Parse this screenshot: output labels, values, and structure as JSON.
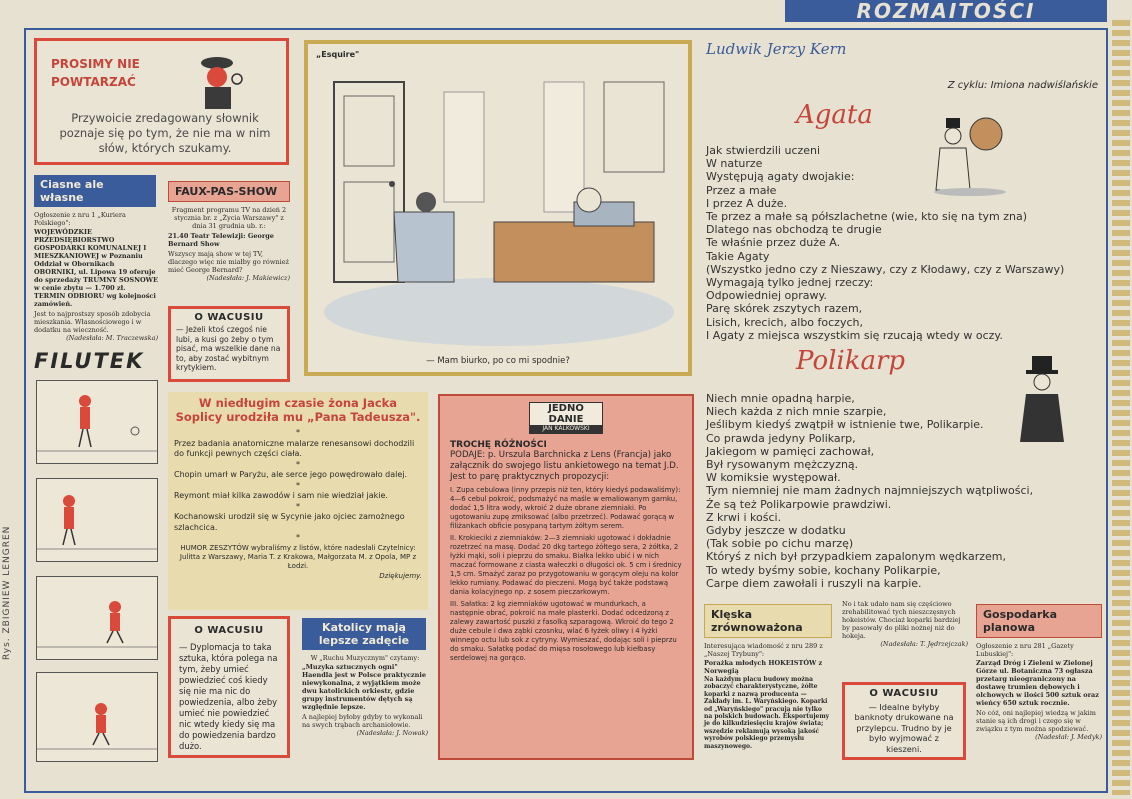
{
  "masthead": "ROZMAITOŚCI",
  "credit": "Rys. ZBIGNIEW LENGREN",
  "prosimy": {
    "title": "PROSIMY NIE POWTARZAĆ",
    "text": "Przywoicie zredagowany słownik poznaje się po tym, że nie ma w nim słów, których szukamy."
  },
  "ciasne": {
    "header": "Ciasne ale własne",
    "text1": "Ogłoszenie z nru 1 „Kuriera Polskiego\":",
    "text2": "WOJEWÓDZKIE PRZEDSIĘBIORSTWO GOSPODARKI KOMUNALNEJ I MIESZKANIOWEJ w Poznaniu Oddział w Obornikach OBORNIKI, ul. Lipowa 19 oferuje do sprzedaży TRUMNY SOSNOWE w cenie zbytu — 1.700 zł. TERMIN ODBIORU wg kolejności zamówień.",
    "text3": "Jest to najprostszy sposób zdobycia mieszkania. Własnościowego i w dodatku na wieczność.",
    "sign": "(Nadesłała: M. Traczewska)"
  },
  "fauxpas": {
    "header": "FAUX-PAS-SHOW",
    "text1": "Fragment programu TV na dzień 2 stycznia br. z „Życia Warszawy\" z dnia 31 grudnia ub. r.:",
    "text2": "21.40 Teatr Telewizji: George Bernard Show",
    "text3": "Wszyscy mają show w tej TV, dlaczego więc nie miałby go również mieć George Bernard?",
    "sign": "(Nadesłała: J. Makiewicz)"
  },
  "wacusiu1": {
    "title": "O WACUSIU",
    "text": "— Jeżeli ktoś czegoś nie lubi, a kusi go żeby o tym pisać, ma wszelkie dane na to, aby zostać wybitnym krytykiem."
  },
  "filutek": {
    "title": "FILUTEK"
  },
  "cartoon": {
    "source": "„Esquire\"",
    "caption": "— Mam biurko, po co mi spodnie?"
  },
  "niedlugim": {
    "headline": "W niedługim czasie żona Jacka Soplicy urodziła mu „Pana Tadeusza\".",
    "items": [
      "Przez badania anatomiczne malarze renesansowi dochodzili do funkcji pewnych części ciała.",
      "Chopin umarł w Paryżu, ale serce jego powędrowało dalej.",
      "Reymont miał kilka zawodów i sam nie wiedział jakie.",
      "Kochanowski urodził się w Sycynie jako ojciec zamożnego szlachcica."
    ],
    "footer": "HUMOR ZESZYTÓW wybraliśmy z listów, które nadesłali Czytelnicy: Julitta z Warszawy, Maria T. z Krakowa, Małgorzata M. z Opola, MP z Łodzi.",
    "thanks": "Dziękujemy."
  },
  "wacusiu2": {
    "title": "O WACUSIU",
    "text": "— Dyplomacja to taka sztuka, która polega na tym, żeby umieć powiedzieć coś kiedy się nie ma nic do powiedzenia, albo żeby umieć nie powiedzieć nic wtedy kiedy się ma do powiedzenia bardzo dużo."
  },
  "katolicy": {
    "header": "Katolicy mają lepsze zadęcie",
    "text1": "W „Ruchu Muzycznym\" czytamy:",
    "text2": "„Muzyka sztucznych ogni\" Haendla jest w Polsce praktycznie niewykonalna, z wyjątkiem może dwu katolickich orkiestr, gdzie grupy instrumentów dętych są względnie lepsze.",
    "text3": "A najlepiej byłoby gdyby to wykonali na swych trąbach archaniołowie.",
    "sign": "(Nadesłała: J. Nowak)"
  },
  "jedno": {
    "logo1": "JEDNO",
    "logo2": "DANIE",
    "logo3": "JAN KALKOWSKI",
    "title": "TROCHĘ RÓŻNOŚCI",
    "intro": "PODAJE: p. Urszula Barchnicka z Lens (Francja) jako załącznik do swojego listu ankietowego na temat J.D. Jest to parę praktycznych propozycji:",
    "p1": "I. Zupa cebulowa (inny przepis niż ten, który kiedyś podawaliśmy): 4—6 cebul pokroić, podsmażyć na maśle w emaliowanym garnku, dodać 1,5 litra wody, wkroić 2 duże obrane ziemniaki. Po ugotowaniu zupę zmiksować (albo przetrzeć). Podawać gorącą w filiżankach obficie posypaną tartym żółtym serem.",
    "p2": "II. Krokieciki z ziemniaków: 2—3 ziemniaki ugotować i dokładnie rozetrzeć na masę. Dodać 20 dkg tartego żółtego sera, 2 żółtka, 2 łyżki mąki, soli i pieprzu do smaku. Białka lekko ubić i w nich maczać formowane z ciasta wałeczki o długości ok. 5 cm i średnicy 1,5 cm. Smażyć zaraz po przygotowaniu w gorącym oleju na kolor lekko rumiany. Podawać do pieczeni. Mogą być także podstawą dania kolacyjnego np. z sosem pieczarkowym.",
    "p3": "III. Sałatka: 2 kg ziemniaków ugotować w mundurkach, a następnie obrać, pokroić na małe plasterki. Dodać odcedzoną z zalewy zawartość puszki z fasolką szparagową. Wkroić do tego 2 duże cebule i dwa ząbki czosnku, wlać 6 łyżek oliwy i 4 łyżki winnego octu lub sok z cytryny. Wymieszać, dodając soli i pieprzu do smaku. Sałatkę podać do mięsa rosołowego lub kiełbasy serdelowej na gorąco."
  },
  "poems": {
    "author": "Ludwik Jerzy Kern",
    "cycle": "Z cyklu: Imiona nadwiślańskie",
    "agata_title": "Agata",
    "agata_lines": [
      "Jak stwierdzili uczeni",
      "W naturze",
      "Występują agaty dwojakie:",
      "Przez a małe",
      "I przez A duże.",
      "Te przez a małe są półszlachetne (wie, kto się na tym zna)",
      "Dlatego nas obchodzą te drugie",
      "Te właśnie przez duże A.",
      "Takie Agaty",
      "(Wszystko jedno czy z Nieszawy, czy z Kłodawy, czy z Warszawy)",
      "Wymagają tylko jednej rzeczy:",
      "Odpowiedniej oprawy.",
      "Parę skórek zszytych razem,",
      "Lisich, krecich, albo foczych,",
      "I Agaty z miejsca wszystkim się rzucają wtedy w oczy."
    ],
    "polikarp_title": "Polikarp",
    "polikarp_lines": [
      "Niech mnie opadną harpie,",
      "Niech każda z nich mnie szarpie,",
      "Jeślibym kiedyś zwątpił w istnienie twe, Polikarpie.",
      "Co prawda jedyny Polikarp,",
      "Jakiegom w pamięci zachował,",
      "Był rysowanym mężczyzną.",
      "W komiksie występował.",
      "Tym niemniej nie mam żadnych najmniejszych wątpliwości,",
      "Że są też Polikarpowie prawdziwi.",
      "Z krwi i kości.",
      "Gdyby jeszcze w dodatku",
      "(Tak sobie po cichu marzę)",
      "Któryś z nich był przypadkiem zapalonym wędkarzem,",
      "To wtedy byśmy sobie, kochany Polikarpie,",
      "Carpe diem zawołali i ruszyli na karpie."
    ]
  },
  "kleska": {
    "header": "Klęska zrównoważona",
    "text1": "Interesująca wiadomość z nru 289 z „Naszej Trybuny\":",
    "text2": "Porażka młodych HOKEISTÓW z Norwegią",
    "text3": "Na każdym placu budowy można zobaczyć charakterystyczne, żółte koparki z nazwą producenta — Zakłady im. L. Waryńskiego. Koparki od „Waryńskiego\" pracują nie tylko na polskich budowach. Eksportujemy je do kilkudziesięciu krajów świata; wszędzie reklamują wysoką jakość wyrobów polskiego przemysłu maszynowego.",
    "text4": "No i tak udało nam się częściowo zrehabilitować tych nieszczęsnych hokeistów. Chociaż koparki bardziej by pasowały do pliki nożnej niż do hokeja.",
    "sign": "(Nadesłała: T. Jędrzejczak)"
  },
  "wacusiu3": {
    "title": "O WACUSIU",
    "text": "— Idealne byłyby banknoty drukowane na przylepcu. Trudno by je było wyjmować z kieszeni."
  },
  "gospodarka": {
    "header": "Gospodarka planowa",
    "text1": "Ogłoszenie z nru 281 „Gazety Lubuskiej\":",
    "text2": "Zarząd Dróg i Zieleni w Zielonej Górze ul. Botaniczna 73 ogłasza przetarg nieograniczony na dostawę trumien dębowych i olchowych w ilości 500 sztuk oraz wieńcy 650 sztuk rocznie.",
    "text3": "No cóż, oni najlepiej wiedzą w jakim stanie są ich drogi i czego się w związku z tym można spodziewać.",
    "sign": "(Nadesłał: J. Medyk)"
  }
}
